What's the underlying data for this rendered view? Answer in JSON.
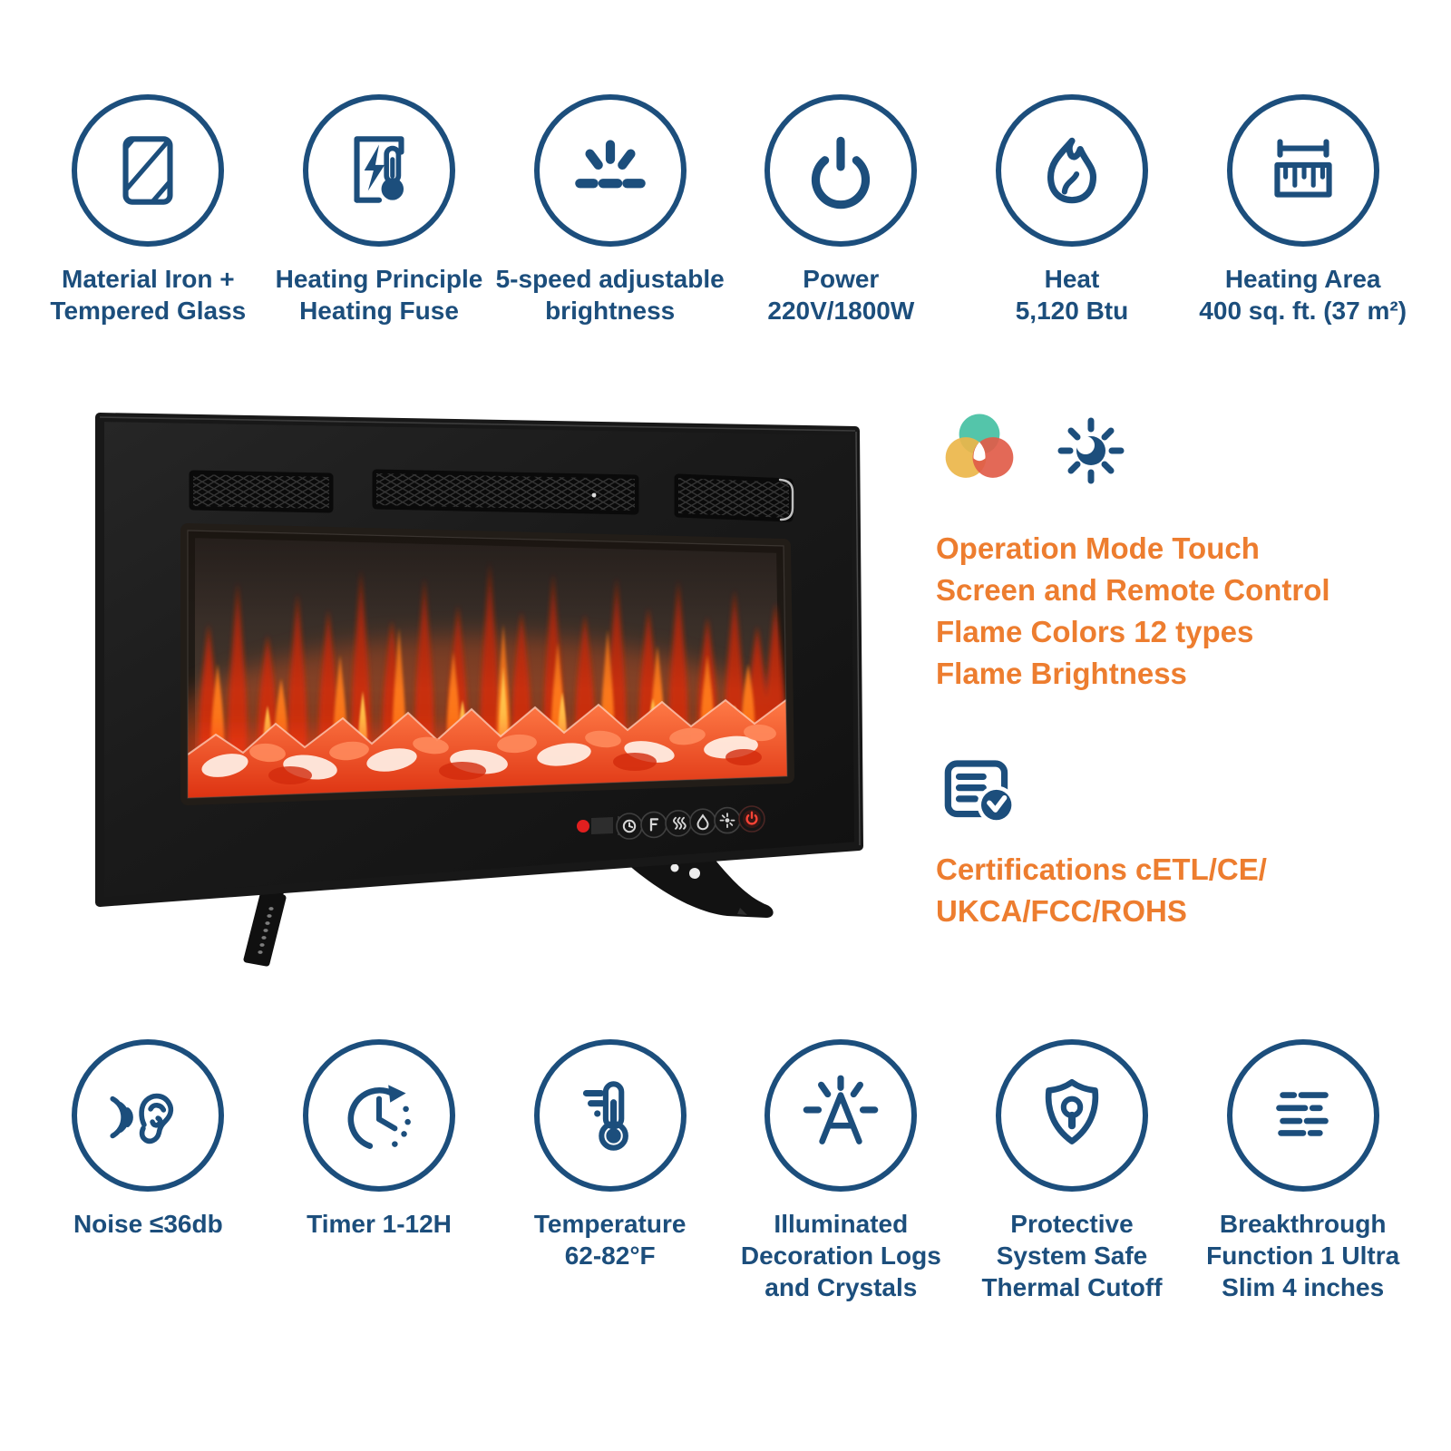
{
  "colors": {
    "navy": "#1c4e7c",
    "orange": "#ed7d2f",
    "venn_teal": "#45c0a3",
    "venn_yellow": "#ebb64a",
    "venn_red": "#e15c49",
    "led_red": "#e11f1f",
    "power_button_red": "#ff4436"
  },
  "top_features": [
    {
      "icon": "tempered-glass-icon",
      "label": "Material Iron +\nTempered Glass"
    },
    {
      "icon": "heating-fuse-icon",
      "label": "Heating Principle\nHeating Fuse"
    },
    {
      "icon": "adjustable-brightness-icon",
      "label": "5-speed adjustable\nbrightness"
    },
    {
      "icon": "power-icon",
      "label": "Power\n220V/1800W"
    },
    {
      "icon": "heat-flame-icon",
      "label": "Heat\n5,120 Btu"
    },
    {
      "icon": "heating-area-ruler-icon",
      "label": "Heating Area\n400 sq. ft. (37 m²)"
    }
  ],
  "bottom_features": [
    {
      "icon": "noise-ear-icon",
      "label": "Noise ≤36db"
    },
    {
      "icon": "timer-clock-icon",
      "label": "Timer 1-12H"
    },
    {
      "icon": "thermometer-icon",
      "label": "Temperature\n62-82°F"
    },
    {
      "icon": "illuminated-letter-icon",
      "label": "Illuminated\nDecoration Logs\nand Crystals"
    },
    {
      "icon": "shield-lock-icon",
      "label": "Protective\nSystem Safe\nThermal Cutoff"
    },
    {
      "icon": "slim-profile-icon",
      "label": "Breakthrough\nFunction 1 Ultra\nSlim 4 inches"
    }
  ],
  "right_panel": {
    "icons": [
      "flame-colors-icon",
      "flame-brightness-sun-icon"
    ],
    "operation_text": "Operation Mode Touch\nScreen and Remote Control\nFlame Colors 12 types\nFlame Brightness",
    "certificate_icon": "certificate-icon",
    "certifications_text": "Certifications cETL/CE/\nUKCA/FCC/ROHS"
  },
  "fireplace": {
    "image": "black wall-mounted electric fireplace with orange flames and glowing crystal log bed",
    "control_panel": {
      "indicator": "red-led",
      "buttons": [
        "timer",
        "flame-color-f",
        "heater",
        "flame",
        "led-light",
        "power"
      ]
    }
  }
}
